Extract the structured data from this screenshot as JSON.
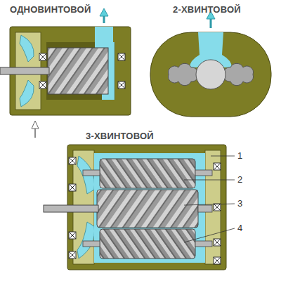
{
  "diagram": {
    "labels": [
      "ОДНОВИНТОВОЙ",
      "2-ХВИНТОВОЙ",
      "3-ХВИНТОВОЙ",
      "1",
      "2",
      "3",
      "4"
    ]
  }
}
